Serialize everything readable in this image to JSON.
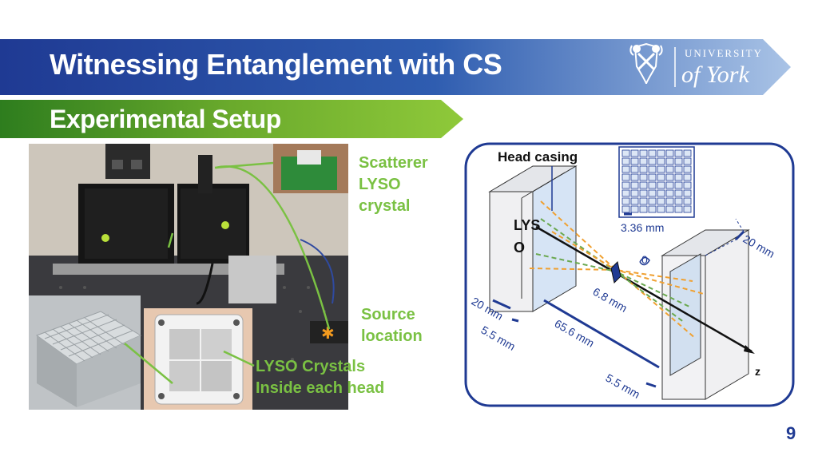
{
  "slide": {
    "title": "Witnessing Entanglement with CS",
    "subtitle": "Experimental Setup",
    "page_number": "9"
  },
  "logo": {
    "line1": "UNIVERSITY",
    "line2": "of York"
  },
  "photo_labels": {
    "scatterer": [
      "Scatterer",
      "LYSO",
      "crystal"
    ],
    "source": [
      "Source",
      "location"
    ],
    "crystals": [
      "LYSO Crystals",
      "Inside each head"
    ]
  },
  "diagram": {
    "head_casing": "Head casing",
    "lyso_line1": "LYS",
    "lyso_line2": "O",
    "pixel_size": "3.36 mm",
    "dim_20_right": "20 mm",
    "dim_20_left": "20 mm",
    "dim_5_5_left": "5.5 mm",
    "dim_6_8": "6.8 mm",
    "dim_65_6": "65.6 mm",
    "dim_5_5_right": "5.5 mm",
    "axis_z": "z",
    "theta": "0"
  },
  "colors": {
    "title_blue": "#1f3a93",
    "green": "#7ac143",
    "orange_ray": "#f0a030",
    "green_ray": "#6aa84f"
  }
}
